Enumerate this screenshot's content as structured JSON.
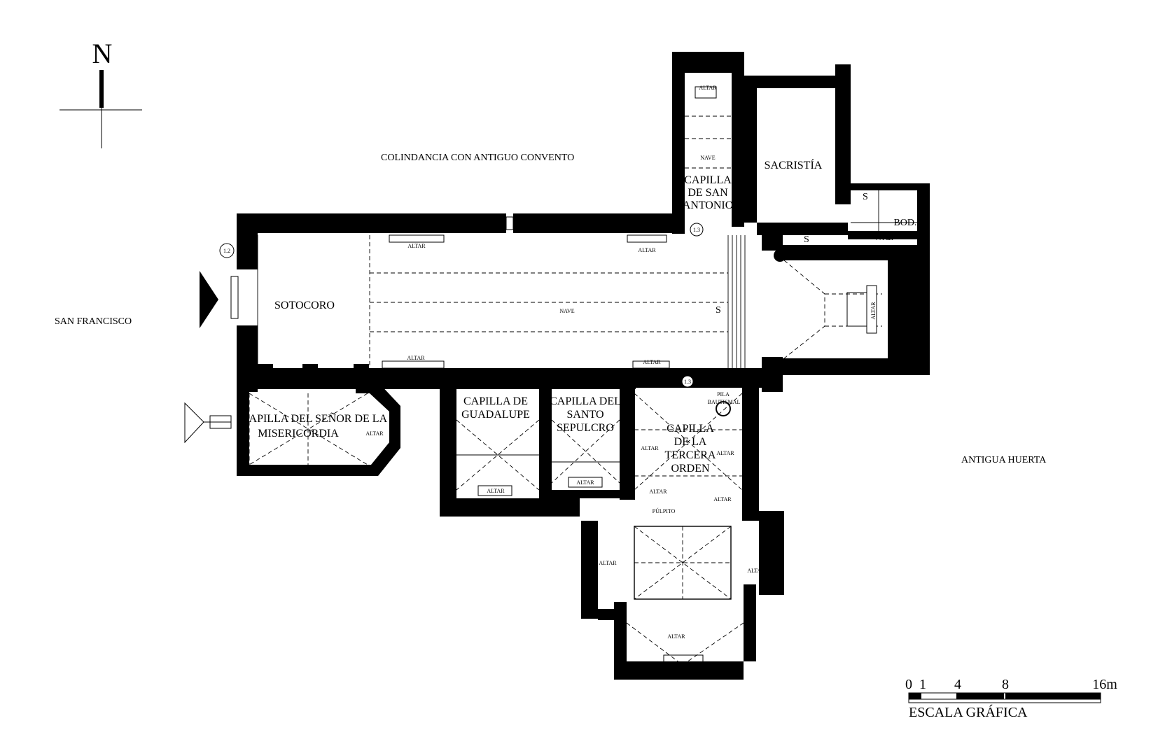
{
  "north": {
    "letter": "N"
  },
  "context": {
    "west": "SAN FRANCISCO",
    "north": "COLINDANCIA CON ANTIGUO CONVENTO",
    "east": "ANTIGUA HUERTA"
  },
  "rooms": {
    "sotocoro": "SOTOCORO",
    "nave": "NAVE",
    "sacristia": "SACRISTÍA",
    "san_antonio": [
      "CAPILLA",
      "DE SAN",
      "ANTONIO"
    ],
    "san_antonio_nave": "NAVE",
    "misericordia": [
      "CAPILLA DEL SEÑOR DE LA",
      "MISERICORDIA"
    ],
    "guadalupe": [
      "CAPILLA DE",
      "GUADALUPE"
    ],
    "santo_sepulcro": [
      "CAPILLA DEL",
      "SANTO",
      "SEPULCRO"
    ],
    "tercera_orden": [
      "CAPILLA",
      "DE LA",
      "TERCERA",
      "ORDEN"
    ],
    "bod": "BOD.",
    "wc": "W.C."
  },
  "annotations": {
    "altar": "ALTAR",
    "pila": "PILA",
    "bautismal": "BAUTISMAL",
    "pulpito": "PÚLPITO",
    "stair": "S",
    "section_1_2": "1.2",
    "section_1_3": "1.3"
  },
  "scale": {
    "ticks": [
      "0",
      "1",
      "4",
      "8",
      "16m"
    ],
    "caption": "ESCALA GRÁFICA"
  }
}
